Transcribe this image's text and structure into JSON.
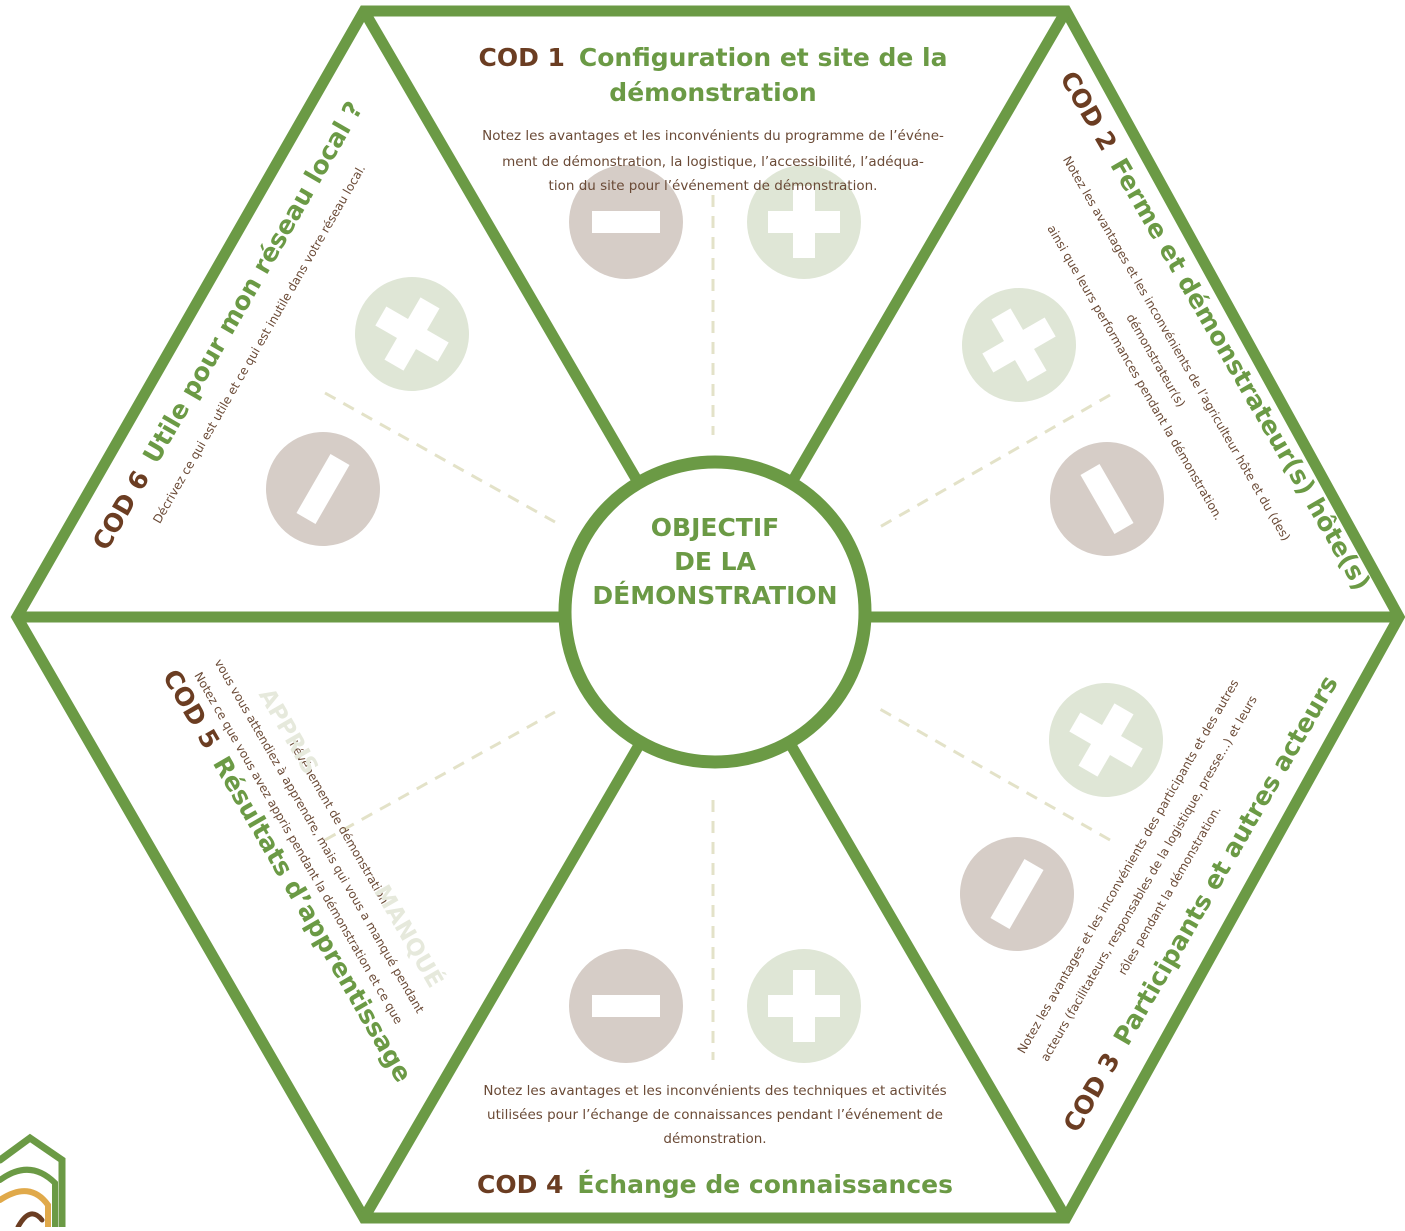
{
  "colors": {
    "green": "#6b9a45",
    "brown": "#6b3d22",
    "minus_circle": "#d6cdc7",
    "plus_circle": "#dfe6d6",
    "dashed": "#e3e2c8",
    "faded_label": "#e6e9dc"
  },
  "center": {
    "line1": "OBJECTIF",
    "line2": "DE LA",
    "line3": "DÉMONSTRATION"
  },
  "sections": {
    "cod1": {
      "code": "COD 1",
      "name_line1": "Configuration et site de la",
      "name_line2": "démonstration",
      "desc_line1": "Notez les avantages et les inconvénients du programme de l’événe-",
      "desc_line2": "ment de démonstration, la logistique, l’accessibilité, l’adéqua-",
      "desc_line3": "tion du site pour l’événement de démonstration."
    },
    "cod2": {
      "code": "COD 2",
      "name": "Ferme et démonstrateur(s) hôte(s)",
      "desc_line1": "Notez les avantages et les inconvénients de l’agriculteur hôte et du (des)",
      "desc_line2": "démonstrateur(s)",
      "desc_line3": "ainsi que leurs performances pendant la démonstration."
    },
    "cod3": {
      "code": "COD 3",
      "name": "Participants et autres acteurs",
      "desc_line1": "Notez les avantages et les inconvénients des participants et des autres",
      "desc_line2": "acteurs (facilitateurs, responsables de la logistique, presse…) et leurs",
      "desc_line3": "rôles pendant la démonstration."
    },
    "cod4": {
      "code": "COD 4",
      "name": "Échange de connaissances",
      "desc_line1": "Notez les avantages et les inconvénients des techniques et activités",
      "desc_line2": "utilisées pour l’échange de connaissances pendant l’événement de",
      "desc_line3": "démonstration."
    },
    "cod5": {
      "code": "COD 5",
      "name": "Résultats d’apprentissage",
      "desc_line1": "Notez ce que vous avez appris pendant la démonstration et ce que",
      "desc_line2": "vous vous attendiez à apprendre, mais qui vous a manqué pendant",
      "desc_line3": "l’événement de démonstration.",
      "label_learned": "APPRIS",
      "label_missed": "MANQUÉ"
    },
    "cod6": {
      "code": "COD 6",
      "name": "Utile pour mon réseau local ?",
      "desc_line1": "Décrivez ce qui est utile et ce qui est inutile dans votre réseau local."
    }
  },
  "icons": {
    "plus": "plus-circle-icon",
    "minus": "minus-circle-icon",
    "logo": "logo-icon"
  }
}
